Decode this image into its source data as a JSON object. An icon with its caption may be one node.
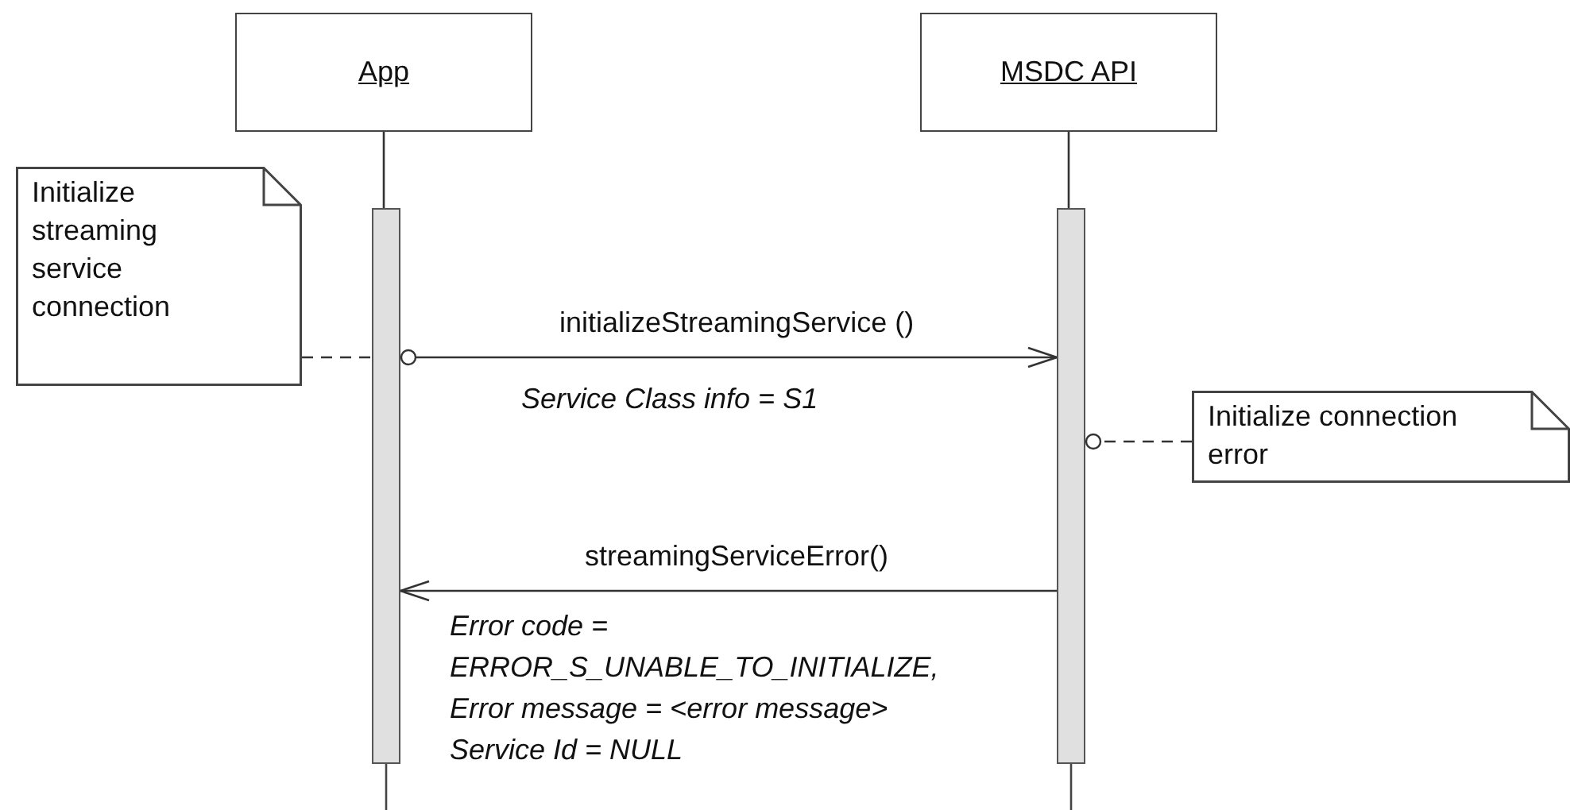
{
  "diagram": {
    "nodes": [
      {
        "text": [
          "App"
        ]
      },
      {
        "text": [
          "MSDC API"
        ]
      },
      {
        "text": [],
        "shape": "bar"
      },
      {
        "text": [],
        "shape": "bar"
      },
      {
        "text": [
          "Initialize streaming service connection"
        ]
      },
      {
        "text": [
          "Initialize connection error"
        ]
      }
    ],
    "edges": [
      {
        "from": 0,
        "to": 2,
        "arrow": "none"
      },
      {
        "from": 1,
        "to": 3,
        "arrow": "none"
      },
      {
        "from": 2,
        "to": 3,
        "arrow": "to",
        "label": "initializeStreamingService ()"
      },
      {
        "from": 3,
        "to": 2,
        "arrow": "to",
        "label": "streamingServiceError()"
      },
      {
        "from": 4,
        "to": 2,
        "arrow": "other",
        "style": "dashed"
      },
      {
        "from": 5,
        "to": 3,
        "arrow": "other",
        "style": "dashed"
      }
    ],
    "labels": [
      "Service Class info = S1",
      "Error code =",
      "ERROR_S_UNABLE_TO_INITIALIZE,",
      "Error message = <error message>",
      "Service Id = NULL"
    ]
  }
}
